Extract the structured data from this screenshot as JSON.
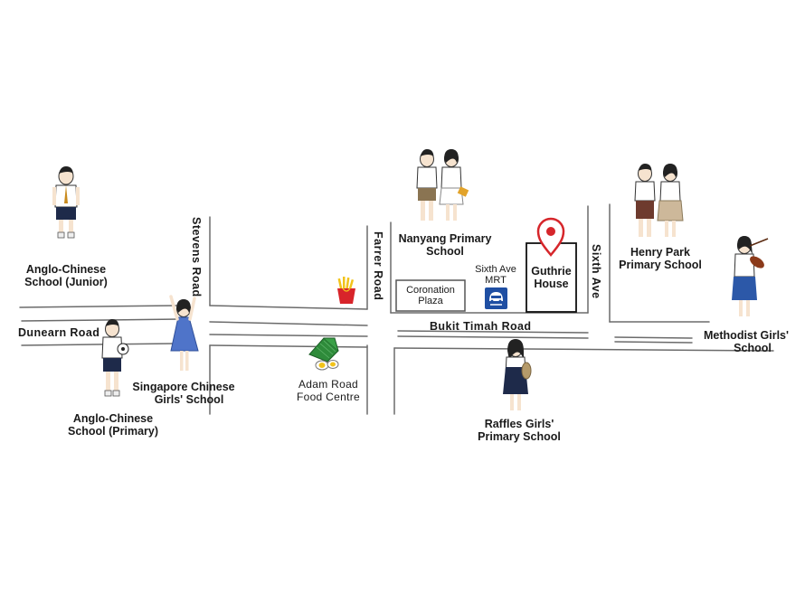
{
  "roads": {
    "dunearn": "Dunearn Road",
    "stevens": "Stevens Road",
    "farrer": "Farrer Road",
    "bukit_timah": "Bukit Timah Road",
    "sixth_ave": "Sixth Ave"
  },
  "places": {
    "acs_junior": [
      "Anglo-Chinese",
      "School (Junior)"
    ],
    "acs_primary": [
      "Anglo-Chinese",
      "School (Primary)"
    ],
    "scgs": [
      "Singapore Chinese",
      "Girls' School"
    ],
    "adam_road": [
      "Adam Road",
      "Food Centre"
    ],
    "nanyang": [
      "Nanyang Primary",
      "School"
    ],
    "coronation": [
      "Coronation",
      "Plaza"
    ],
    "mrt": [
      "Sixth Ave",
      "MRT"
    ],
    "guthrie": [
      "Guthrie",
      "House"
    ],
    "henry_park": [
      "Henry Park",
      "Primary School"
    ],
    "mgs": [
      "Methodist Girls'",
      "School"
    ],
    "rgps": [
      "Raffles Girls'",
      "Primary School"
    ]
  },
  "colors": {
    "road": "#6b6b6b",
    "pin": "#d6262b",
    "mrt_blue": "#1f4fa3",
    "fries_red": "#d8242a",
    "fries_yellow": "#f2c31a",
    "leaf_green": "#2e8b3a"
  },
  "icons": [
    "location-pin-icon",
    "mrt-train-icon",
    "fries-icon",
    "nasi-lemak-icon"
  ]
}
